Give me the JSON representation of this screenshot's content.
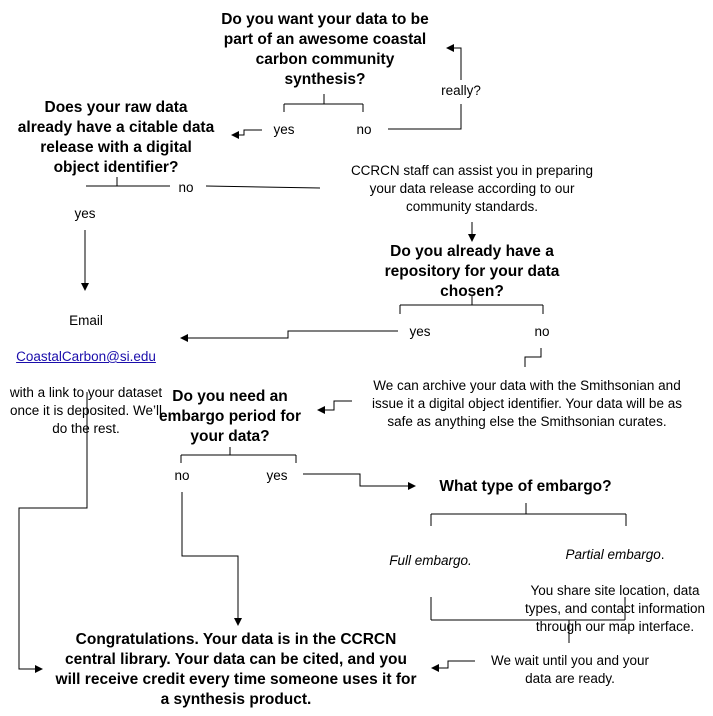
{
  "q1": "Do you want your data to be\npart of an awesome coastal\ncarbon community\nsynthesis?",
  "really": "really?",
  "q1_yes": "yes",
  "q1_no": "no",
  "q2": "Does your raw data\nalready have a citable data\nrelease with a digital\nobject identifier?",
  "q2_no": "no",
  "q2_yes": "yes",
  "staff_assist": "CCRCN staff can assist you in preparing\nyour data release according to our\ncommunity standards.",
  "q3": "Do you already have a\nrepository for your data\nchosen?",
  "q3_yes": "yes",
  "q3_no": "no",
  "email": {
    "line1": "Email",
    "address": "CoastalCarbon@si.edu",
    "rest": "with a link to your dataset\nonce it is deposited. We’ll\ndo the rest."
  },
  "archive": "We can archive your data with the Smithsonian and\nissue it a digital object identifier. Your data will be as\nsafe as anything else the Smithsonian curates.",
  "q4": "Do you need an\nembargo period for\nyour data?",
  "q4_no": "no",
  "q4_yes": "yes",
  "q5": "What type of embargo?",
  "full_embargo": "Full embargo.",
  "partial": {
    "title": "Partial embargo",
    "period": ".",
    "desc": "You share site location, data\ntypes, and contact information\nthrough our map interface."
  },
  "congrats": "Congratulations. Your data is in the CCRCN\ncentral library. Your data can be cited, and you\nwill receive credit every time someone uses it for\na synthesis product.",
  "wait": "We wait until you and your\ndata are ready."
}
